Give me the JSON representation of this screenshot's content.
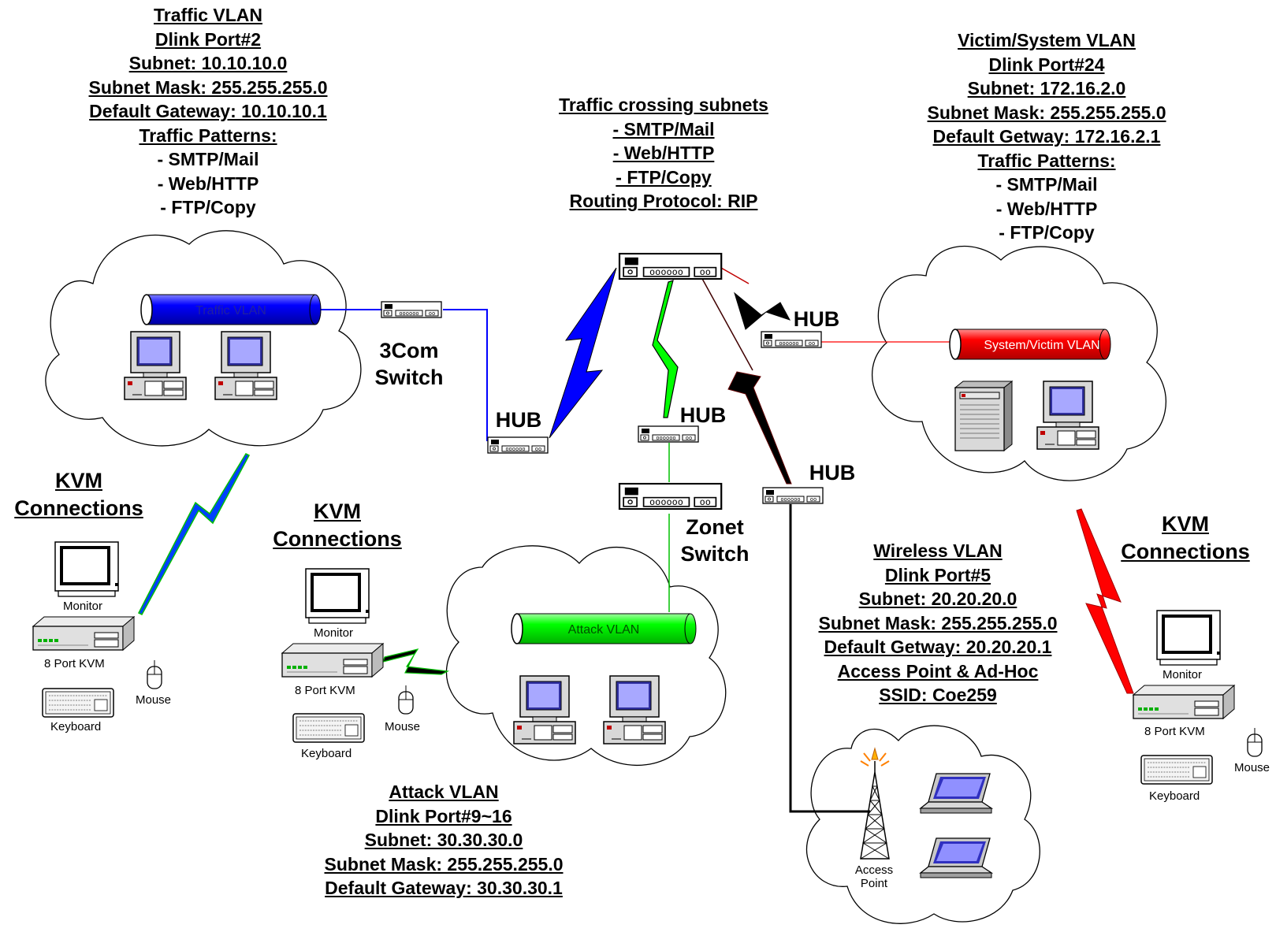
{
  "traffic_block": {
    "lines": [
      "Traffic VLAN",
      "Dlink Port#2",
      "Subnet: 10.10.10.0",
      "Subnet Mask: 255.255.255.0",
      "Default Gateway: 10.10.10.1",
      "Traffic Patterns:",
      "- SMTP/Mail",
      "- Web/HTTP",
      "- FTP/Copy"
    ]
  },
  "crossing_block": {
    "lines": [
      "Traffic crossing subnets",
      "- SMTP/Mail",
      "- Web/HTTP",
      "- FTP/Copy",
      "Routing Protocol: RIP"
    ]
  },
  "victim_block": {
    "lines": [
      "Victim/System VLAN",
      "Dlink Port#24",
      "Subnet: 172.16.2.0",
      "Subnet Mask: 255.255.255.0",
      "Default Getway: 172.16.2.1",
      "Traffic Patterns:",
      "- SMTP/Mail",
      "- Web/HTTP",
      "- FTP/Copy"
    ]
  },
  "wireless_block": {
    "lines": [
      "Wireless VLAN",
      "Dlink Port#5",
      "Subnet: 20.20.20.0",
      "Subnet Mask: 255.255.255.0",
      "Default Getway: 20.20.20.1",
      "Access Point & Ad-Hoc",
      "SSID: Coe259"
    ]
  },
  "attack_block": {
    "lines": [
      "Attack VLAN",
      "Dlink Port#9~16",
      "Subnet: 30.30.30.0",
      "Subnet Mask: 255.255.255.0",
      "Default Gateway: 30.30.30.1"
    ]
  },
  "kvm": {
    "heading_line1": "KVM",
    "heading_line2": "Connections",
    "monitor": "Monitor",
    "kvm_box": "8 Port KVM",
    "mouse": "Mouse",
    "keyboard": "Keyboard"
  },
  "devices": {
    "switch_3com_line1": "3Com",
    "switch_3com_line2": "Switch",
    "zonet_line1": "Zonet",
    "zonet_line2": "Switch",
    "hub": "HUB",
    "access_point_line1": "Access",
    "access_point_line2": "Point"
  },
  "vlans": {
    "traffic": "Traffic VLAN",
    "victim": "System/Victim VLAN",
    "attack": "Attack VLAN"
  },
  "colors": {
    "traffic": "#0000ff",
    "victim": "#ff0000",
    "attack": "#00ff00",
    "black": "#000000"
  }
}
